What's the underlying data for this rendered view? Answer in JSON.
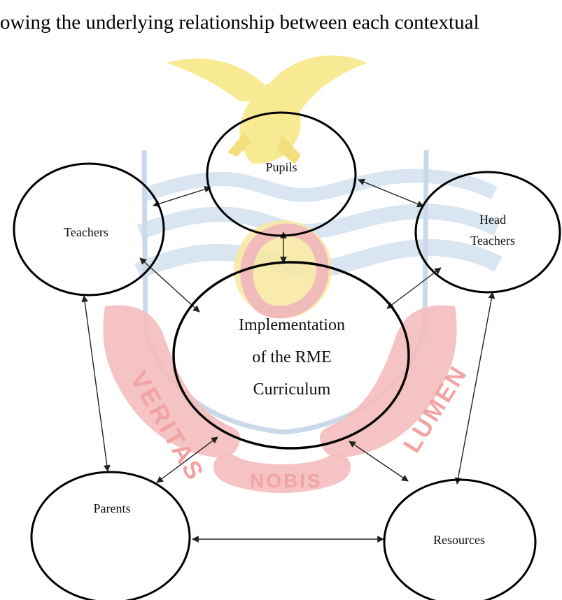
{
  "caption": {
    "text": "owing the underlying relationship between each contextual"
  },
  "watermark": {
    "words": {
      "veritas": "VERITAS",
      "lumen": "LUMEN",
      "nobis": "NOBIS"
    },
    "colors": {
      "bird": "#f7e98d",
      "ribbon": "#f4b9b9",
      "stripe": "#d7e4f0",
      "shield_outline": "#c8d7e8",
      "emblem": "#f8e7a0"
    }
  },
  "diagram": {
    "nodes": {
      "pupils": {
        "label_lines": [
          "Pupils"
        ]
      },
      "teachers": {
        "label_lines": [
          "Teachers"
        ]
      },
      "head_teachers": {
        "label_lines": [
          "Head",
          "Teachers"
        ]
      },
      "center": {
        "label_lines": [
          "Implementation",
          "of the RME",
          "Curriculum"
        ]
      },
      "parents": {
        "label_lines": [
          "Parents"
        ]
      },
      "resources": {
        "label_lines": [
          "Resources"
        ]
      }
    },
    "edges": [
      {
        "from": "Teachers",
        "to": "Pupils",
        "direction": "both"
      },
      {
        "from": "Pupils",
        "to": "Head Teachers",
        "direction": "both"
      },
      {
        "from": "Pupils",
        "to": "Implementation of the RME Curriculum",
        "direction": "both"
      },
      {
        "from": "Teachers",
        "to": "Implementation of the RME Curriculum",
        "direction": "both"
      },
      {
        "from": "Head Teachers",
        "to": "Implementation of the RME Curriculum",
        "direction": "both"
      },
      {
        "from": "Teachers",
        "to": "Parents",
        "direction": "both"
      },
      {
        "from": "Head Teachers",
        "to": "Resources",
        "direction": "both"
      },
      {
        "from": "Parents",
        "to": "Implementation of the RME Curriculum",
        "direction": "both"
      },
      {
        "from": "Resources",
        "to": "Implementation of the RME Curriculum",
        "direction": "both"
      },
      {
        "from": "Parents",
        "to": "Resources",
        "direction": "both"
      }
    ]
  }
}
